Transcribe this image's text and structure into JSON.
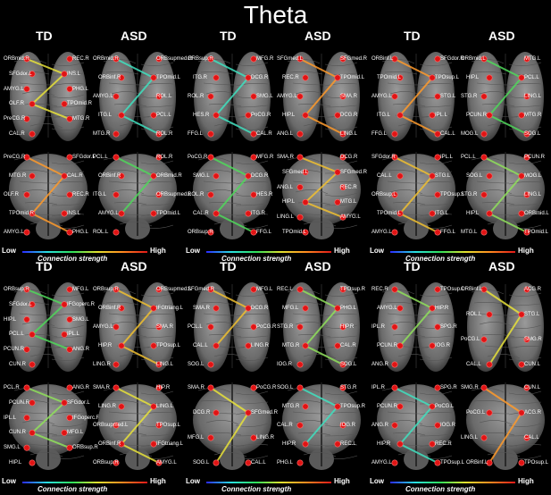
{
  "title": "Theta",
  "colorbar": {
    "low": "Low",
    "high": "High",
    "caption": "Connection strength"
  },
  "panels": [
    {
      "td": "TD",
      "asd": "ASD",
      "tdTop": [
        "ORBmid.R",
        "REC.R",
        "SFGdor.L",
        "INS.L",
        "AMYG.L",
        "PHG.L",
        "OLF.R",
        "TPOmid.R",
        "PreCG.R",
        "MTG.R",
        "CAL.R"
      ],
      "asdTop": [
        "ORBmid.R",
        "ORBsupmed.R",
        "ORBinf.R",
        "TPOmid.L",
        "AMYG.L",
        "ROL.L",
        "ITG.L",
        "PCL.L",
        "MTG.R",
        "ROL.R"
      ],
      "tdBot": [
        "PreCG.R",
        "SFGdor.L",
        "MTG.R",
        "CAL.R",
        "OLF.R",
        "REC.R",
        "TPOmid.R",
        "INS.L",
        "AMYG.L",
        "PHG.L"
      ],
      "asdBot": [
        "PCL.L",
        "ROL.R",
        "ORBinf.R",
        "ORBmid.R",
        "ITG.L",
        "ORBsupmed.L",
        "AMYG.L",
        "TPOmid.L",
        "ROL.L"
      ]
    },
    {
      "td": "TD",
      "asd": "ASD",
      "tdTop": [
        "ORBsup.R",
        "MFG.R",
        "ITG.R",
        "DCG.R",
        "ROL.R",
        "SMG.L",
        "HES.R",
        "PoCG.R",
        "FFG.L",
        "CAL.R"
      ],
      "asdTop": [
        "SFGmed.L",
        "SFGmed.R",
        "REC.R",
        "TPOmid.L",
        "AMYG.L",
        "SMA.R",
        "HIP.L",
        "DCG.R",
        "ANG.L",
        "LING.L"
      ],
      "tdBot": [
        "PoCG.R",
        "MFG.R",
        "SMG.L",
        "DCG.R",
        "ROL.R",
        "HES.R",
        "CAL.R",
        "ITG.R",
        "ORBsup.R",
        "FFG.L"
      ],
      "asdBot": [
        "SMA.R",
        "DCG.R",
        "SFGmed.L",
        "SFGmed.R",
        "ANG.L",
        "REC.R",
        "HIP.L",
        "MTG.L",
        "LING.L",
        "AMYG.L",
        "TPOmid.L"
      ]
    },
    {
      "td": "TD",
      "asd": "ASD",
      "tdTop": [
        "ORBinf.L",
        "SFGdor.R",
        "TPOmid.L",
        "TPOsup.L",
        "AMYG.L",
        "STG.L",
        "ITG.L",
        "IPL.L",
        "FFG.L",
        "CAL.L"
      ],
      "asdTop": [
        "ORBmid.L",
        "MTG.L",
        "HIP.L",
        "PCL.L",
        "STG.R",
        "LING.L",
        "PCUN.R",
        "MTG.R",
        "MOG.L",
        "SOG.L"
      ],
      "tdBot": [
        "SFGdor.R",
        "IPL.L",
        "CAL.L",
        "STG.L",
        "ORBsup.L",
        "TPOsup.L",
        "TPOmid.L",
        "ITG.L",
        "AMYG.L",
        "FFG.L"
      ],
      "asdBot": [
        "PCL.L",
        "PCUN.R",
        "SOG.L",
        "MOG.L",
        "STG.R",
        "LING.L",
        "HIP.L",
        "ORBmid.L",
        "MTG.L",
        "TPOmid.L"
      ]
    },
    {
      "td": "TD",
      "asd": "ASD",
      "tdTop": [
        "ORBsup.R",
        "MFG.L",
        "SFGdor.L",
        "IFGoperc.R",
        "HIP.L",
        "SMG.L",
        "PCL.L",
        "IPL.L",
        "PCUN.R",
        "ANG.R",
        "CUN.R"
      ],
      "asdTop": [
        "ORBsup.R",
        "ORBsupmed.L",
        "ORBinf.R",
        "IFGtriang.L",
        "AMYG.L",
        "SMA.R",
        "HIP.R",
        "TPOsup.L",
        "LING.R",
        "LING.L"
      ],
      "tdBot": [
        "PCL.R",
        "ANG.R",
        "PCUN.R",
        "SFGdor.L",
        "IPL.L",
        "IFGoperc.R",
        "CUN.R",
        "MFG.L",
        "SMG.L",
        "ORBsup.R",
        "HIP.L"
      ],
      "asdBot": [
        "SMA.R",
        "HIP.R",
        "LING.R",
        "LING.L",
        "ORBsupmed.L",
        "TPOsup.L",
        "ORBinf.R",
        "IFGtriang.L",
        "ORBsup.R",
        "AMYG.L"
      ]
    },
    {
      "td": "TD",
      "asd": "ASD",
      "tdTop": [
        "SFGmed.R",
        "MFG.L",
        "SMA.R",
        "DCG.R",
        "PCL.L",
        "PoCG.R",
        "CAL.L",
        "LING.R",
        "SOG.L"
      ],
      "asdTop": [
        "REC.L",
        "TPOsup.R",
        "MFG.L",
        "PHG.L",
        "STG.R",
        "HIP.R",
        "MTG.R",
        "CAL.R",
        "IOG.R",
        "SOG.L"
      ],
      "tdBot": [
        "SMA.R",
        "PoCG.R",
        "DCG.R",
        "SFGmed.R",
        "MFG.L",
        "LING.R",
        "SOG.L",
        "CAL.L"
      ],
      "asdBot": [
        "SOG.L",
        "STG.R",
        "MTG.R",
        "TPOsup.R",
        "CAL.R",
        "IOG.R",
        "HIP.R",
        "REC.L",
        "PHG.L"
      ]
    },
    {
      "td": "TD",
      "asd": "ASD",
      "tdTop": [
        "REC.R",
        "TPOsup.L",
        "AMYG.L",
        "HIP.R",
        "IPL.R",
        "SPG.R",
        "PCUN.R",
        "IOG.R",
        "ANG.R"
      ],
      "asdTop": [
        "ORBinf.L",
        "ACG.R",
        "ROL.L",
        "STG.L",
        "PoCG.L",
        "SMG.R",
        "CAL.L",
        "CUN.L"
      ],
      "tdBot": [
        "IPL.R",
        "SPG.R",
        "PCUN.R",
        "PoCG.L",
        "ANG.R",
        "IOG.R",
        "HIP.R",
        "REC.R",
        "AMYG.L",
        "TPOsup.L"
      ],
      "asdBot": [
        "SMG.R",
        "CUN.L",
        "PoCG.L",
        "ACG.R",
        "LING.L",
        "CAL.L",
        "ORBinf.L",
        "TPOsup.L"
      ]
    }
  ]
}
